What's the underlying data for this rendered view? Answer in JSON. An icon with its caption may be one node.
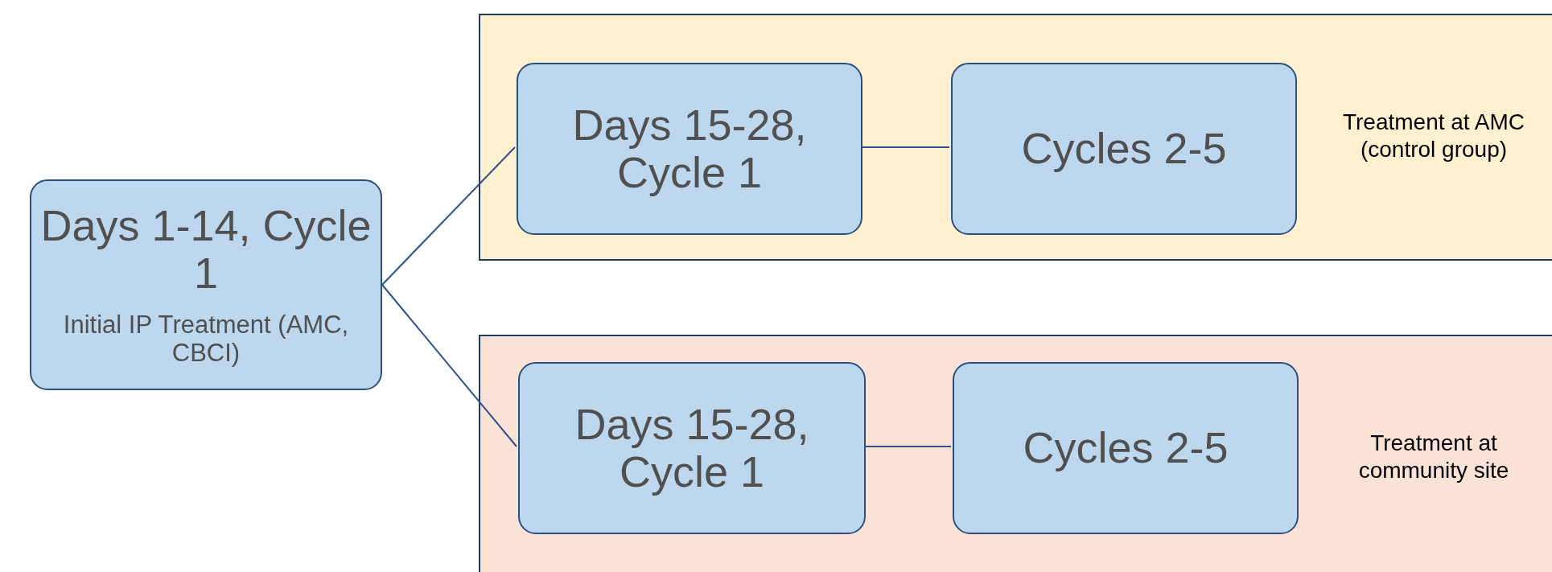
{
  "diagram": {
    "nodes": [
      {
        "text": [
          "Days 1-14, Cycle 1",
          "Initial IP Treatment (AMC, CBCI)"
        ]
      },
      {
        "text": [
          "Treatment at AMC (control group)"
        ]
      },
      {
        "text": [
          "Days 15-28, Cycle 1"
        ],
        "in": 1
      },
      {
        "text": [
          "Cycles 2-5"
        ],
        "in": 1
      },
      {
        "text": [
          "Treatment at community site"
        ]
      },
      {
        "text": [
          "Days 15-28, Cycle 1"
        ],
        "in": 4
      },
      {
        "text": [
          "Cycles 2-5"
        ],
        "in": 4
      }
    ],
    "edges": [
      {
        "from": 0,
        "to": 2,
        "arrow": "none"
      },
      {
        "from": 2,
        "to": 3,
        "arrow": "none"
      },
      {
        "from": 0,
        "to": 5,
        "arrow": "none"
      },
      {
        "from": 5,
        "to": 6,
        "arrow": "none"
      }
    ]
  }
}
